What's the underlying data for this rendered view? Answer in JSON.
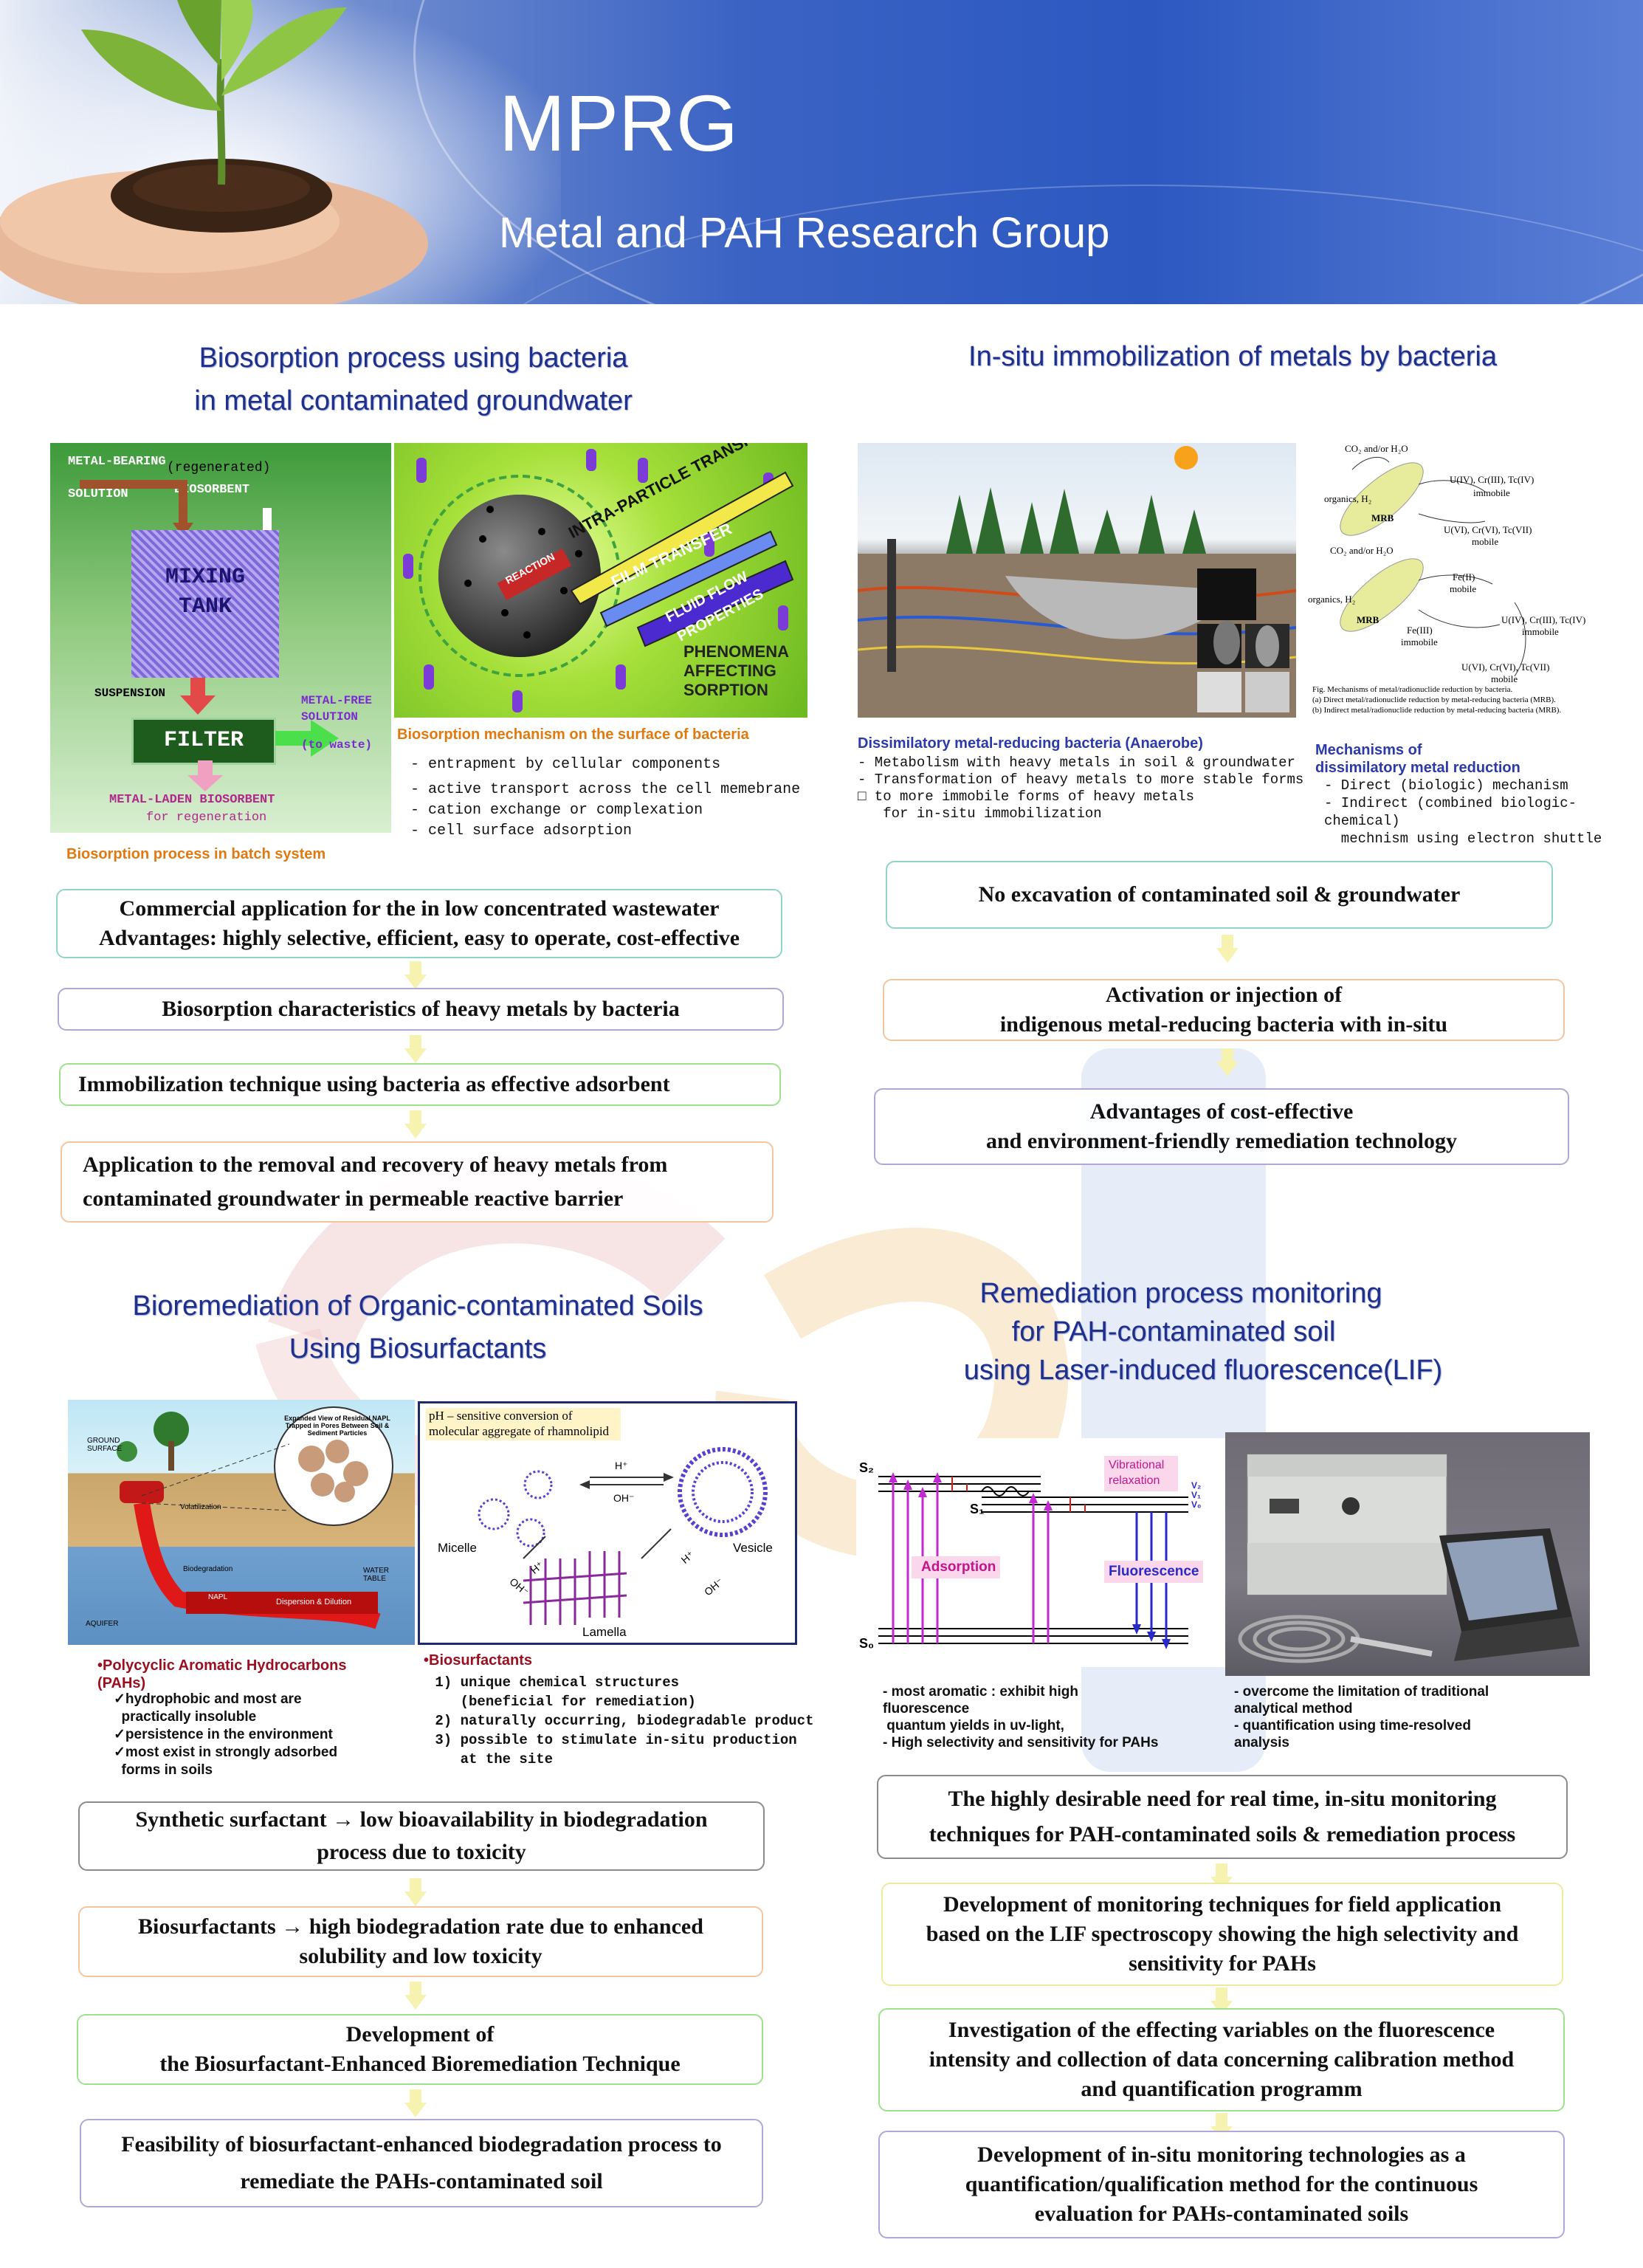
{
  "header": {
    "title": "MPRG",
    "subtitle": "Metal and PAH Research Group"
  },
  "s1": {
    "title_line1": "Biosorption process using bacteria",
    "title_line2": "in metal contaminated groundwater",
    "fig1": {
      "metal_bearing_1": "METAL-BEARING",
      "metal_bearing_2": "SOLUTION",
      "regenerated": "(regenerated)",
      "biosorbent": "BIOSORBENT",
      "mixing_1": "MIXING",
      "mixing_2": "TANK",
      "suspension": "SUSPENSION",
      "filter": "FILTER",
      "metal_free_1": "METAL-FREE",
      "metal_free_2": "SOLUTION",
      "to_waste": "(to waste)",
      "laden_1": "METAL-LADEN BIOSORBENT",
      "laden_2": "for regeneration",
      "caption": "Biosorption process in batch system"
    },
    "fig2": {
      "intra": "INTRA-PARTICLE TRANSFER",
      "film": "FILM TRANSFER",
      "fluid_1": "FLUID FLOW",
      "fluid_2": "PROPERTIES",
      "reaction": "REACTION",
      "phen_1": "PHENOMENA",
      "phen_2": "AFFECTING",
      "phen_3": "SORPTION",
      "caption": "Biosorption mechanism on the surface of bacteria",
      "bullets": [
        "- entrapment by cellular components",
        "- active transport across the cell memebrane",
        "- cation exchange or complexation",
        "- cell surface adsorption"
      ]
    },
    "flow": [
      {
        "l1": "Commercial application for the in low concentrated wastewater",
        "l2": "Advantages: highly selective, efficient, easy to operate, cost-effective"
      },
      {
        "l1": "Biosorption characteristics of heavy metals by bacteria"
      },
      {
        "l1": "Immobilization technique using bacteria as effective adsorbent"
      },
      {
        "l1": "Application to the removal and recovery of heavy metals from",
        "l2": "contaminated groundwater in permeable reactive barrier"
      }
    ]
  },
  "s2": {
    "title": "In-situ immobilization of metals by bacteria",
    "cap_title": "Dissimilatory metal-reducing bacteria (Anaerobe)",
    "cap_lines": [
      "- Metabolism with heavy metals in soil & groundwater",
      "- Transformation of heavy metals to more stable forms",
      "□ to more immobile forms of heavy metals",
      "   for in-situ immobilization"
    ],
    "mech_title_1": "Mechanisms of",
    "mech_title_2": "dissimilatory metal reduction",
    "mech_lines": [
      "- Direct (biologic) mechanism",
      "- Indirect (combined biologic-chemical)",
      "  mechnism using electron shuttle"
    ],
    "diag": {
      "co2": "CO₂ and/or H₂O",
      "organics": "organics, H₂",
      "mrb": "MRB",
      "u4": "U(IV), Cr(III), Tc(IV)",
      "immobile": "immobile",
      "u6": "U(VI), Cr(VI), Tc(VII)",
      "mobile": "mobile",
      "fe2": "Fe(II)",
      "fe3": "Fe(III)",
      "fig_title": "Fig. Mechanisms of metal/radionuclide reduction by bacteria.",
      "fig_a": "(a)   Direct metal/radionuclide reduction by metal-reducing bacteria (MRB).",
      "fig_b": "(b)   Indirect metal/radionuclide reduction by metal-reducing bacteria (MRB)."
    },
    "flow": [
      {
        "l1": "No excavation of contaminated soil & groundwater"
      },
      {
        "l1": "Activation or injection of",
        "l2": "indigenous metal-reducing bacteria with in-situ"
      },
      {
        "l1": "Advantages of cost-effective",
        "l2": "and environment-friendly remediation technology"
      }
    ]
  },
  "s3": {
    "title_line1": "Bioremediation of Organic-contaminated Soils",
    "title_line2": "Using Biosurfactants",
    "fig1": {
      "ground": "GROUND SURFACE",
      "volatilization": "Volatilization",
      "biodegradation": "Biodegradation",
      "water_table": "WATER TABLE",
      "napl": "NAPL",
      "dispersion": "Dispersion & Dilution",
      "aquifer": "AQUIFER",
      "expanded": "Expanded View of Residual NAPL Trapped in Pores Between Soil & Sediment Particles"
    },
    "fig2": {
      "title_1": "pH – sensitive  conversion of",
      "title_2": "molecular aggregate of rhamnolipid",
      "micelle": "Micelle",
      "vesicle": "Vesicle",
      "lamella": "Lamella",
      "h": "H⁺",
      "oh": "OH⁻"
    },
    "pah_title_1": "•Polycyclic Aromatic Hydrocarbons",
    "pah_title_2": "(PAHs)",
    "pah_items": [
      "✓hydrophobic and most are",
      "  practically insoluble",
      "✓persistence in the environment",
      "✓most exist in strongly adsorbed",
      "  forms in soils"
    ],
    "bs_title": "•Biosurfactants",
    "bs_items": [
      " 1) unique chemical structures",
      "    (beneficial for remediation)",
      " 2) naturally occurring, biodegradable product",
      " 3) possible to stimulate in-situ production",
      "    at the site"
    ],
    "flow": [
      {
        "l1": "Synthetic surfactant → low bioavailability in biodegradation",
        "l2": "process due to toxicity"
      },
      {
        "l1": "Biosurfactants → high biodegradation rate due to enhanced",
        "l2": "solubility and low toxicity"
      },
      {
        "l1": "Development of",
        "l2": "the Biosurfactant-Enhanced Bioremediation Technique"
      },
      {
        "l1": "Feasibility of biosurfactant-enhanced biodegradation process to",
        "l2": "remediate the PAHs-contaminated soil"
      }
    ]
  },
  "s4": {
    "title_line1": "Remediation process monitoring",
    "title_line2": "for PAH-contaminated soil",
    "title_line3": "using Laser-induced fluorescence(LIF)",
    "jab": {
      "s2": "S₂",
      "s1": "S₁",
      "s0": "S₀",
      "vib_1": "Vibrational",
      "vib_2": "relaxation",
      "adsorption": "Adsorption",
      "fluorescence": "Fluorescence",
      "v2": "V₂",
      "v1": "V₁",
      "v0": "V₀"
    },
    "cap_left": [
      "- most aromatic : exhibit high",
      "fluorescence",
      " quantum yields in uv-light,",
      "- High selectivity and sensitivity for PAHs"
    ],
    "cap_right": [
      "- overcome the limitation of traditional",
      "analytical method",
      "- quantification using time-resolved",
      "analysis"
    ],
    "flow": [
      {
        "l1": "The highly desirable need for real time, in-situ monitoring",
        "l2": "techniques for PAH-contaminated soils & remediation process"
      },
      {
        "l1": "Development of monitoring techniques for field application",
        "l2": "based on the LIF spectroscopy showing the high selectivity and",
        "l3": "sensitivity for PAHs"
      },
      {
        "l1": "Investigation of the effecting variables on the fluorescence",
        "l2": "intensity and collection of data concerning calibration method",
        "l3": "and quantification programm"
      },
      {
        "l1": "Development of in-situ monitoring technologies as a",
        "l2": "quantification/qualification method  for the continuous",
        "l3": "evaluation for PAHs-contaminated soils"
      }
    ]
  }
}
